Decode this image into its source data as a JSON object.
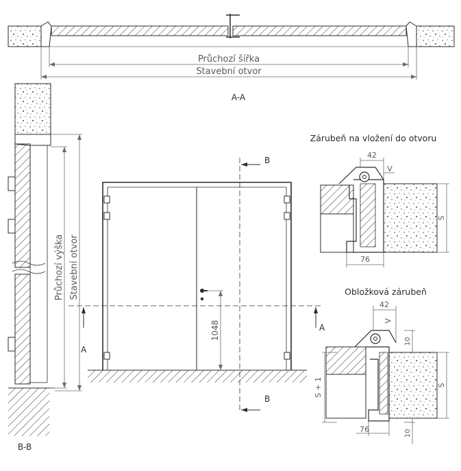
{
  "labels": {
    "pruchozi_sirka": "Průchozí šířka",
    "stavebni_otvor_h": "Stavební otvor",
    "section_aa": "A-A",
    "section_bb": "B-B",
    "pruchozi_vyska": "Průchozí výška",
    "stavebni_otvor_v": "Stavební otvor",
    "zarubne_vlozeni": "Zárubeň na vložení do otvoru",
    "oblozkova": "Obložková zárubeň",
    "mark_a": "A",
    "mark_b": "B",
    "dim_42": "42",
    "dim_76": "76",
    "dim_v": "V",
    "dim_s": "S",
    "dim_s1": "S + 1",
    "dim_10": "10",
    "dim_1048": "1048"
  }
}
